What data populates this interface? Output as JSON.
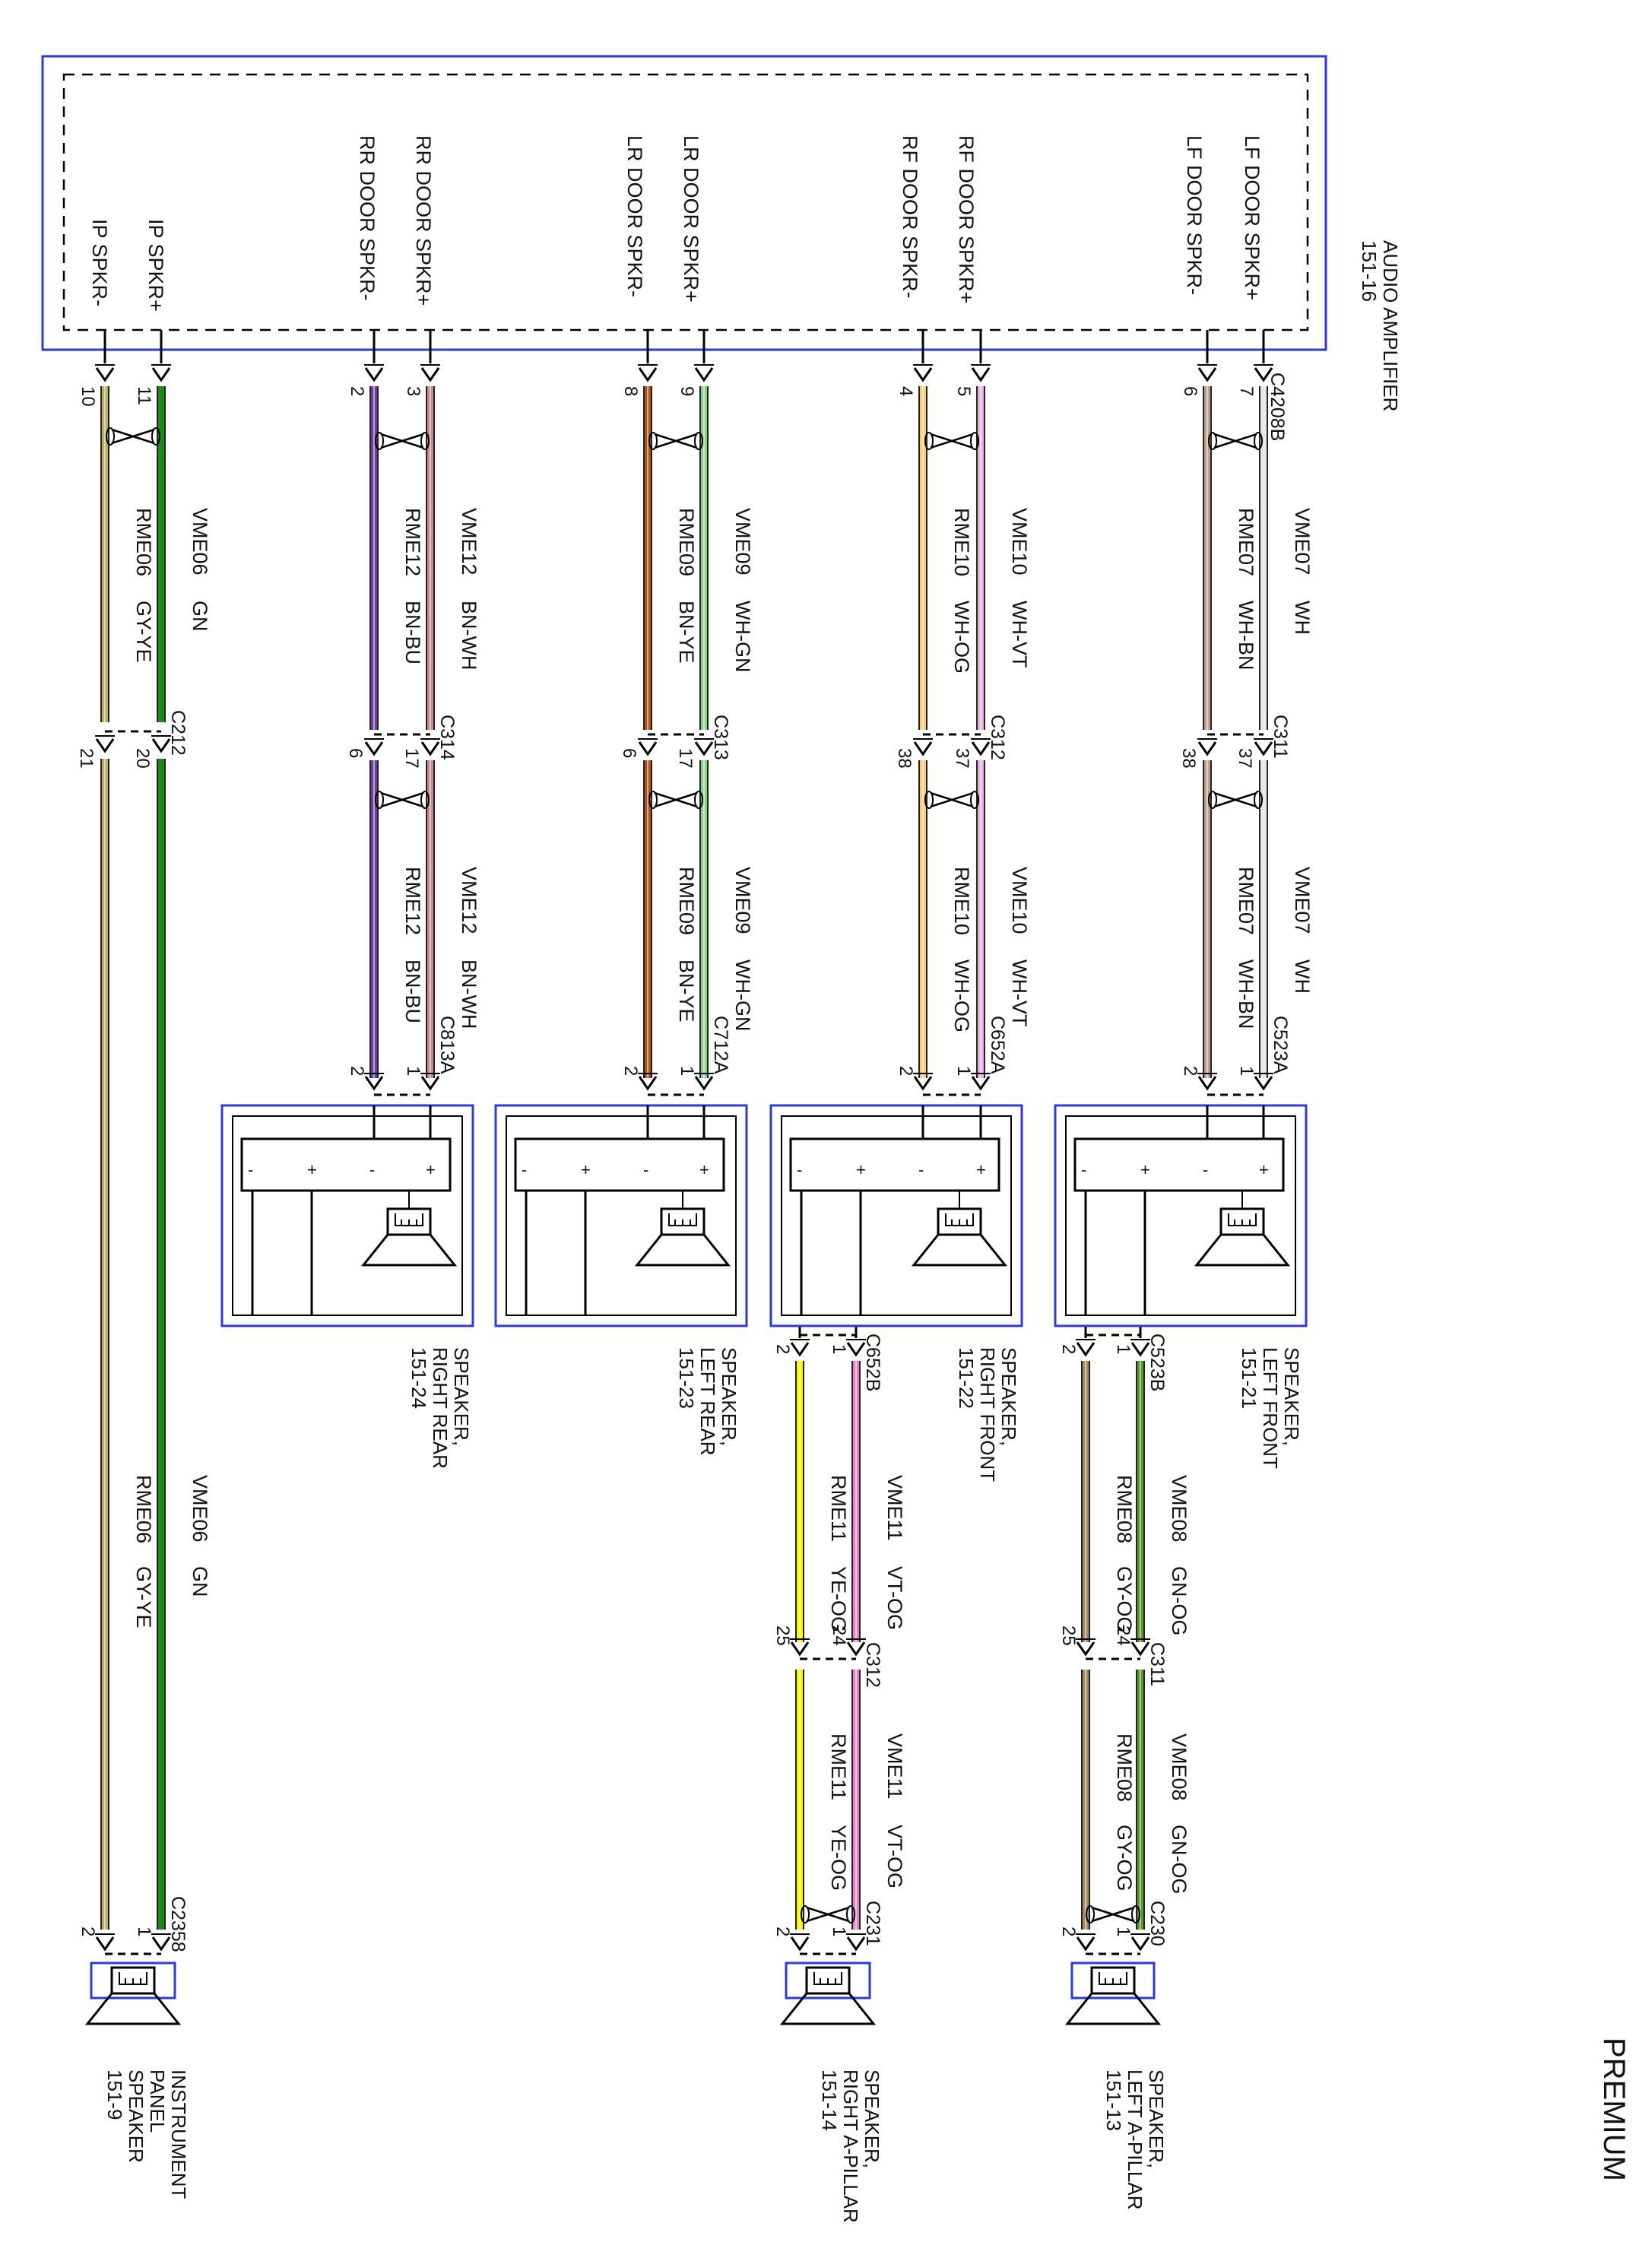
{
  "title": "PREMIUM",
  "amplifier": {
    "name": "AUDIO AMPLIFIER",
    "ref": "151-16",
    "connector": "C4208B",
    "terminals": [
      {
        "label": "LF DOOR SPKR+",
        "pin": "7"
      },
      {
        "label": "LF DOOR SPKR-",
        "pin": "6"
      },
      {
        "label": "RF DOOR SPKR+",
        "pin": "5"
      },
      {
        "label": "RF DOOR SPKR-",
        "pin": "4"
      },
      {
        "label": "LR DOOR SPKR+",
        "pin": "9"
      },
      {
        "label": "LR DOOR SPKR-",
        "pin": "8"
      },
      {
        "label": "RR DOOR SPKR+",
        "pin": "3"
      },
      {
        "label": "RR DOOR SPKR-",
        "pin": "2"
      },
      {
        "label": "IP SPKR+",
        "pin": "11"
      },
      {
        "label": "IP SPKR-",
        "pin": "10"
      }
    ]
  },
  "connectors": {
    "c311": {
      "name": "C311",
      "pins": [
        "37",
        "38"
      ]
    },
    "c312": {
      "name": "C312",
      "pins": [
        "37",
        "38"
      ]
    },
    "c313": {
      "name": "C313",
      "pins": [
        "17",
        "6"
      ]
    },
    "c314": {
      "name": "C314",
      "pins": [
        "17",
        "6"
      ]
    },
    "c212": {
      "name": "C212",
      "pins": [
        "20",
        "21"
      ]
    },
    "c523a": {
      "name": "C523A",
      "pins": [
        "1",
        "2"
      ]
    },
    "c652a": {
      "name": "C652A",
      "pins": [
        "1",
        "2"
      ]
    },
    "c712a": {
      "name": "C712A",
      "pins": [
        "1",
        "2"
      ]
    },
    "c813a": {
      "name": "C813A",
      "pins": [
        "1",
        "2"
      ]
    },
    "c523b": {
      "name": "C523B",
      "pins": [
        "1",
        "2"
      ]
    },
    "c652b": {
      "name": "C652B",
      "pins": [
        "1",
        "2"
      ]
    },
    "c311b": {
      "name": "C311",
      "pins": [
        "24",
        "25"
      ]
    },
    "c312b": {
      "name": "C312",
      "pins": [
        "24",
        "25"
      ]
    },
    "c230": {
      "name": "C230",
      "pins": [
        "1",
        "2"
      ]
    },
    "c231": {
      "name": "C231",
      "pins": [
        "1",
        "2"
      ]
    },
    "c2358": {
      "name": "C2358",
      "pins": [
        "1",
        "2"
      ]
    }
  },
  "wires": {
    "lf_pos": {
      "circuit": "VME07",
      "color": "WH"
    },
    "lf_neg": {
      "circuit": "RME07",
      "color": "WH-BN"
    },
    "rf_pos": {
      "circuit": "VME10",
      "color": "WH-VT"
    },
    "rf_neg": {
      "circuit": "RME10",
      "color": "WH-OG"
    },
    "lr_pos": {
      "circuit": "VME09",
      "color": "WH-GN"
    },
    "lr_neg": {
      "circuit": "RME09",
      "color": "BN-YE"
    },
    "rr_pos": {
      "circuit": "VME12",
      "color": "BN-WH"
    },
    "rr_neg": {
      "circuit": "RME12",
      "color": "BN-BU"
    },
    "ip_pos": {
      "circuit": "VME06",
      "color": "GN"
    },
    "ip_neg": {
      "circuit": "RME06",
      "color": "GY-YE"
    },
    "lap_pos": {
      "circuit": "VME08",
      "color": "GN-OG"
    },
    "lap_neg": {
      "circuit": "RME08",
      "color": "GY-OG"
    },
    "rap_pos": {
      "circuit": "VME11",
      "color": "VT-OG"
    },
    "rap_neg": {
      "circuit": "RME11",
      "color": "YE-OG"
    }
  },
  "speakers": {
    "lf": {
      "line1": "SPEAKER,",
      "line2": "LEFT FRONT",
      "ref": "151-21"
    },
    "rf": {
      "line1": "SPEAKER,",
      "line2": "RIGHT FRONT",
      "ref": "151-22"
    },
    "lr": {
      "line1": "SPEAKER,",
      "line2": "LEFT REAR",
      "ref": "151-23"
    },
    "rr": {
      "line1": "SPEAKER,",
      "line2": "RIGHT REAR",
      "ref": "151-24"
    },
    "lap": {
      "line1": "SPEAKER,",
      "line2": "LEFT A-PILLAR",
      "ref": "151-13"
    },
    "rap": {
      "line1": "SPEAKER,",
      "line2": "RIGHT A-PILLAR",
      "ref": "151-14"
    },
    "ip": {
      "line1": "INSTRUMENT",
      "line2": "PANEL",
      "line3": "SPEAKER",
      "ref": "151-9"
    }
  },
  "signs": {
    "minus": "-",
    "plus": "+"
  },
  "colors": {
    "WH": "#e9e9e9",
    "WH-BN": "#bfa08b",
    "WH-VT": "#e7b3e6",
    "WH-OG": "#f6cc79",
    "WH-GN": "#8fd18f",
    "BN-YE": "#a8521c",
    "BN-WH": "#c98a8a",
    "BN-BU": "#6a3fa0",
    "GN": "#1a8a1a",
    "GY-YE": "#b7ae63",
    "GN-OG": "#5a9a2a",
    "GY-OG": "#a88a64",
    "VT-OG": "#e586c2",
    "YE-OG": "#f7f700",
    "frame": "#2a3bd6"
  }
}
